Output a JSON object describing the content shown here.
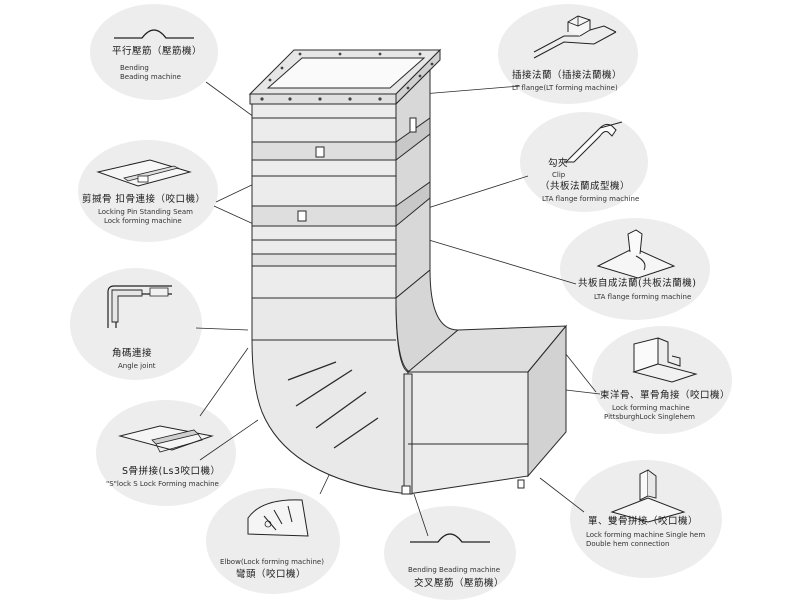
{
  "colors": {
    "bubble": "#ededee",
    "duct_fill": "#ececec",
    "duct_shade": "#d9d9d9",
    "line": "#2a2a2a"
  },
  "callouts": [
    {
      "id": "beading-top",
      "cn": "平行壓筋（壓筋機）",
      "en": [
        "Bending",
        "Beading machine"
      ],
      "icon": "beading-bump-icon"
    },
    {
      "id": "lt-flange",
      "cn": "插接法蘭（插接法蘭機）",
      "en": [
        "LT flange(LT forming machine)"
      ],
      "icon": "lt-flange-icon"
    },
    {
      "id": "clip",
      "cn": "（共板法蘭成型機）",
      "cn_top": "勾夾",
      "en_top": "Clip",
      "en": [
        "LTA flange forming machine"
      ],
      "icon": "clip-icon"
    },
    {
      "id": "pin-seam",
      "cn": "剪揻骨 扣骨連接（咬口機）",
      "en": [
        "Locking Pin Standing Seam",
        "Lock forming machine"
      ],
      "icon": "pin-seam-icon"
    },
    {
      "id": "lta-flange",
      "cn": "共板自成法蘭(共板法蘭機)",
      "en": [
        "LTA flange forming machine"
      ],
      "icon": "lta-flange-icon"
    },
    {
      "id": "angle-joint",
      "cn": "角碼連接",
      "en": [
        "Angle joint"
      ],
      "icon": "angle-joint-icon"
    },
    {
      "id": "pittsburgh",
      "cn": "柬洋骨、單骨角接（咬口機）",
      "en": [
        "Lock forming machine",
        "PittsburghLock Singlehem"
      ],
      "icon": "pittsburgh-lock-icon"
    },
    {
      "id": "s-lock",
      "cn": "S骨拼接(Ls3咬口機）",
      "en": [
        "\"S\"lock S Lock Forming machine"
      ],
      "icon": "s-lock-icon"
    },
    {
      "id": "elbow",
      "cn": "彎頭（咬口機）",
      "en": [
        "Elbow(Lock forming machine)"
      ],
      "icon": "elbow-icon"
    },
    {
      "id": "beading-bottom",
      "cn": "交叉壓筋（壓筋機）",
      "en": [
        "Bending Beading machine"
      ],
      "icon": "beading-bump-icon"
    },
    {
      "id": "double-hem",
      "cn": "單、雙骨拼接（咬口機）",
      "en": [
        "Lock forming machine Single hem",
        "Double hem connection"
      ],
      "icon": "double-hem-icon"
    }
  ]
}
